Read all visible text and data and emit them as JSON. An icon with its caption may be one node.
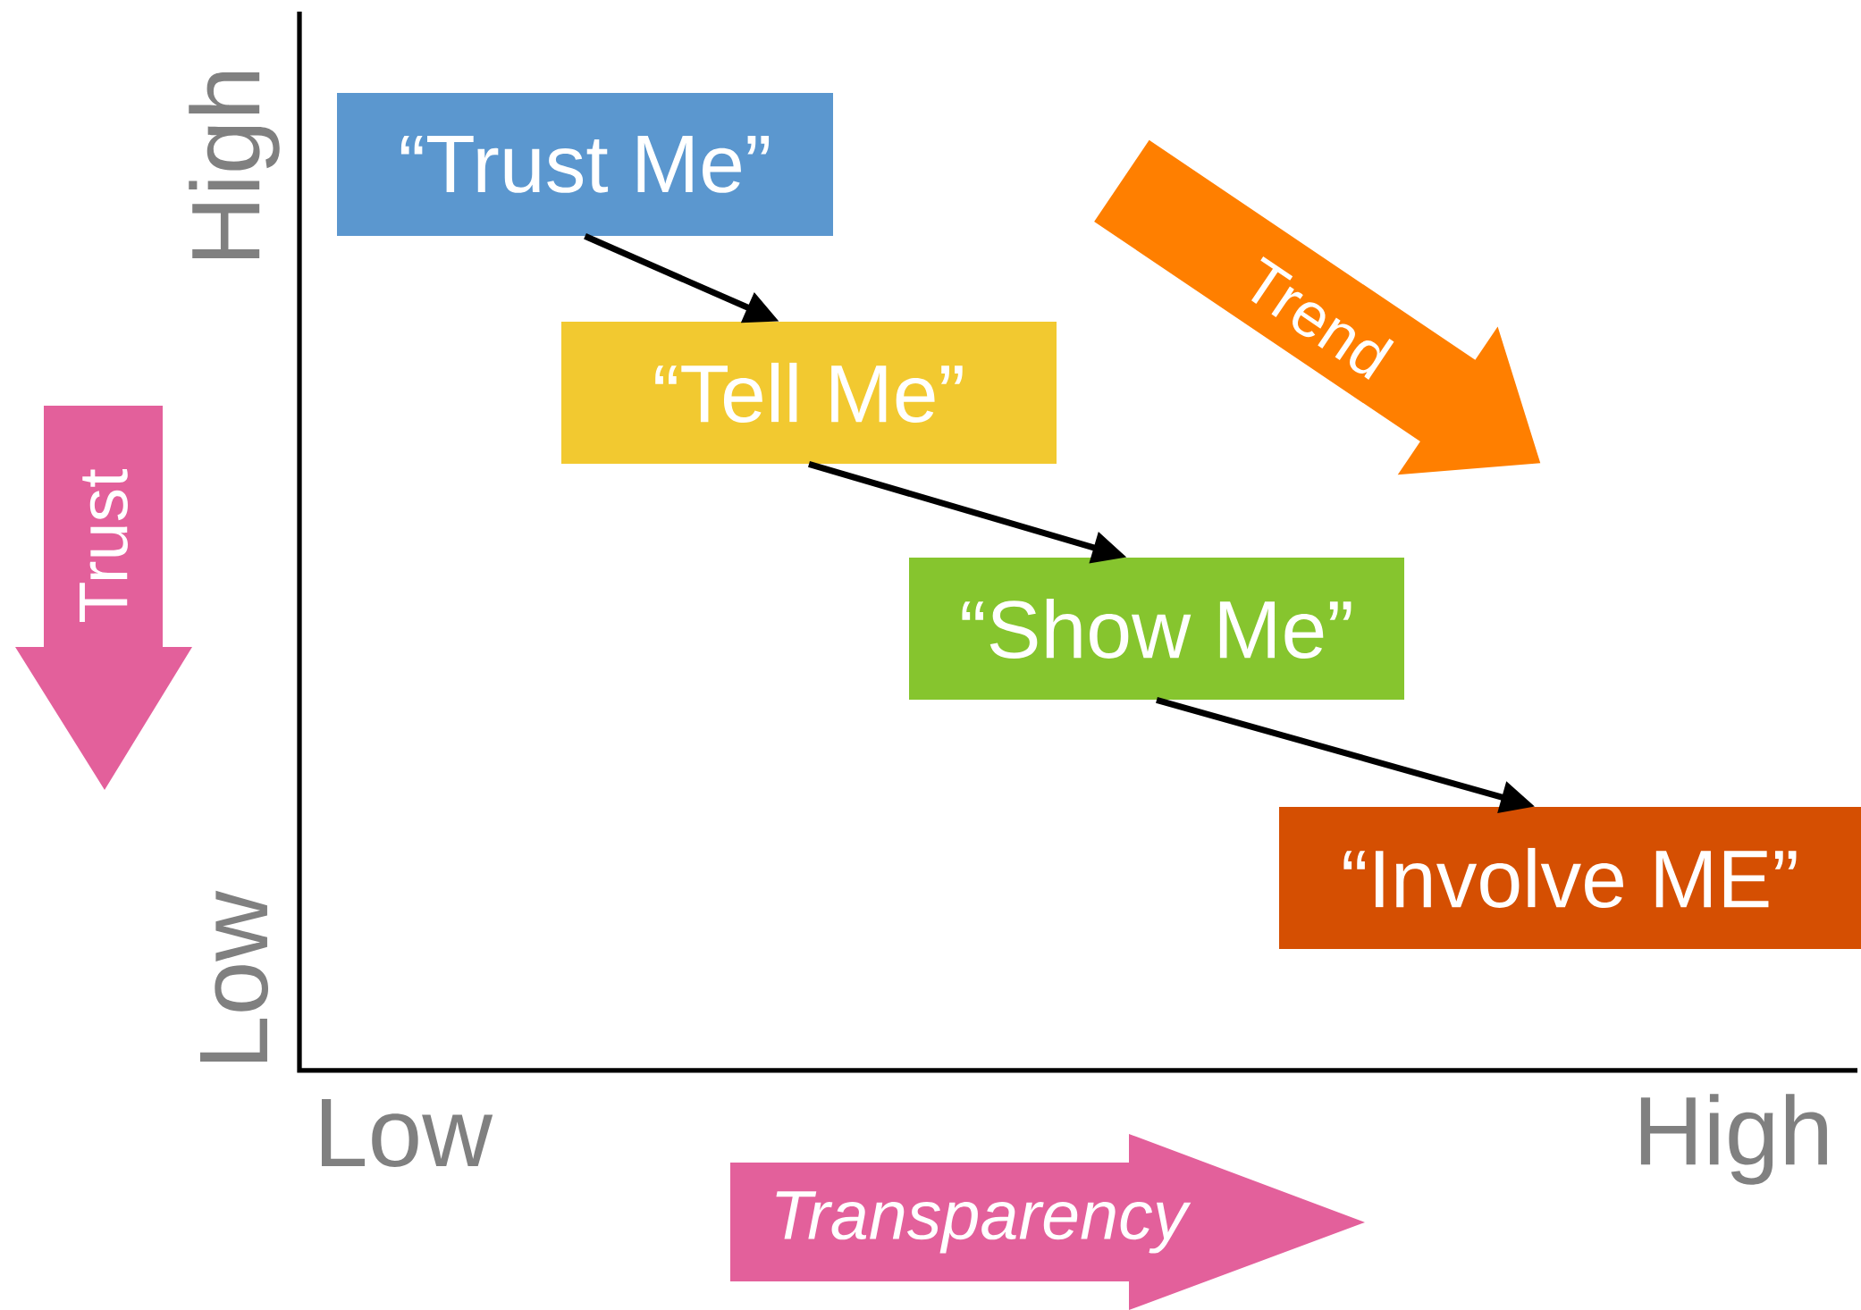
{
  "diagram": {
    "nodes": [
      {
        "text": [
          "“Trust Me”"
        ]
      },
      {
        "text": [
          "“Tell Me”"
        ]
      },
      {
        "text": [
          "“Show Me”"
        ]
      },
      {
        "text": [
          "“Involve ME”"
        ]
      },
      {
        "text": [
          "Trend"
        ]
      },
      {
        "text": [
          "Trust"
        ]
      },
      {
        "text": [
          "Transparency"
        ]
      }
    ],
    "edges": [
      {
        "from": 0,
        "to": 1,
        "arrow": "to"
      },
      {
        "from": 1,
        "to": 2,
        "arrow": "to"
      },
      {
        "from": 2,
        "to": 3,
        "arrow": "to"
      }
    ],
    "labels": [
      "High",
      "Low",
      "Low",
      "High"
    ]
  }
}
